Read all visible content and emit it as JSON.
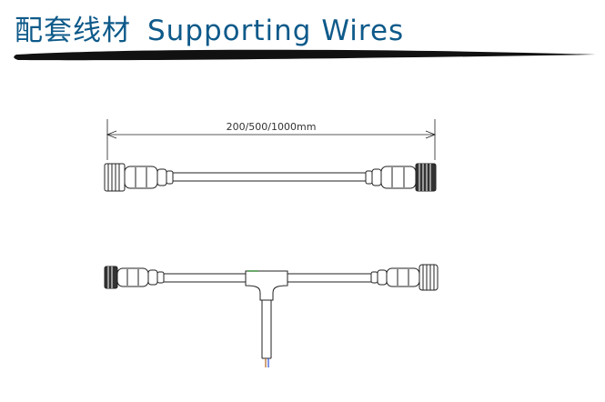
{
  "header": {
    "title_cn": "配套线材",
    "title_en": "Supporting Wires"
  },
  "diagram": {
    "dimension_label": "200/500/1000mm"
  },
  "colors": {
    "title": "#0e5a8a",
    "rule": "#111111",
    "line": "#222222",
    "wire_blue": "#2a4fd8",
    "wire_brown": "#b5651d"
  }
}
